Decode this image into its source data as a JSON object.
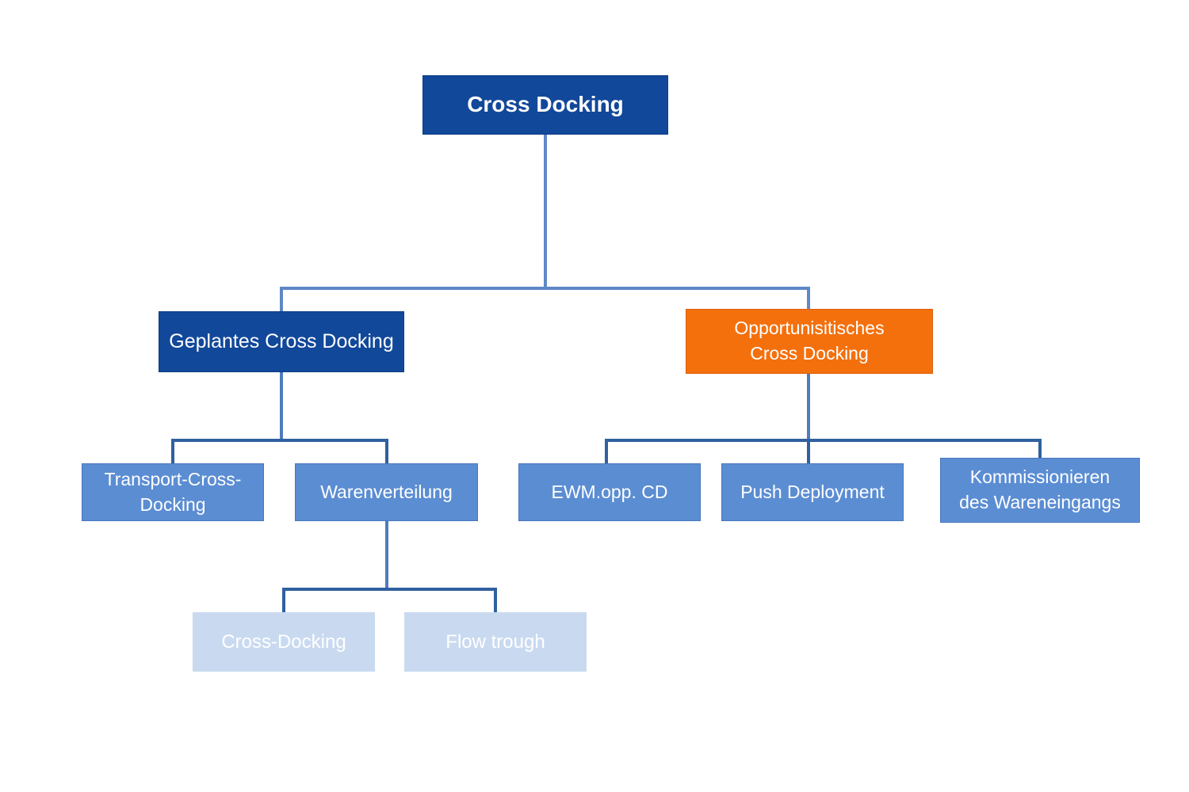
{
  "diagram": {
    "type": "hierarchy",
    "text_color": "#FFFFFF",
    "root": {
      "label": "Cross Docking",
      "fill": "#12489A",
      "children": [
        {
          "label": "Geplantes Cross Docking",
          "fill": "#12489A",
          "children": [
            {
              "label": "Transport-Cross-\nDocking",
              "fill": "#5B8DD3"
            },
            {
              "label": "Warenverteilung",
              "fill": "#5B8DD3",
              "children": [
                {
                  "label": "Cross-Docking",
                  "fill": "#C9DAF0"
                },
                {
                  "label": "Flow trough",
                  "fill": "#C9DAF0"
                }
              ]
            }
          ]
        },
        {
          "label": "Opportunisitisches\nCross Docking",
          "fill": "#F4700D",
          "children": [
            {
              "label": "EWM.opp. CD",
              "fill": "#5B8DD3"
            },
            {
              "label": "Push Deployment",
              "fill": "#5B8DD3"
            },
            {
              "label": "Kommissionieren\ndes Wareneingangs",
              "fill": "#5B8DD3"
            }
          ]
        }
      ]
    },
    "connector_colors": {
      "light": "#5E88C6",
      "mid": "#4E7CBE",
      "dark": "#30609F"
    }
  }
}
